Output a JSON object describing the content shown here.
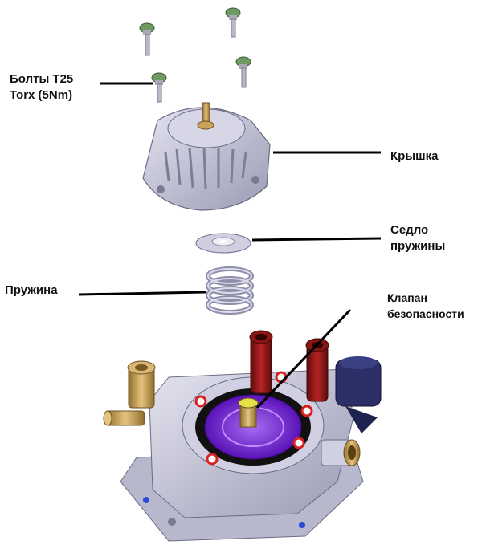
{
  "labels": {
    "bolts_line1": "Болты T25",
    "bolts_line2": "Torx (5Nm)",
    "cover": "Крышка",
    "spring_seat_line1": "Седло",
    "spring_seat_line2": "пружины",
    "spring": "Пружина",
    "safety_valve_line1": "Клапан",
    "safety_valve_line2": "безопасности"
  },
  "colors": {
    "part_gray": "#c4c4d8",
    "part_shadow": "#8a8aa4",
    "diaphragm": "#7a2bd6",
    "inlet_red": "#9b1b1b",
    "connector_navy": "#2b2f66",
    "brass": "#c9a25a",
    "marker_red": "#d92020",
    "bolt_green": "#5d8a52"
  }
}
